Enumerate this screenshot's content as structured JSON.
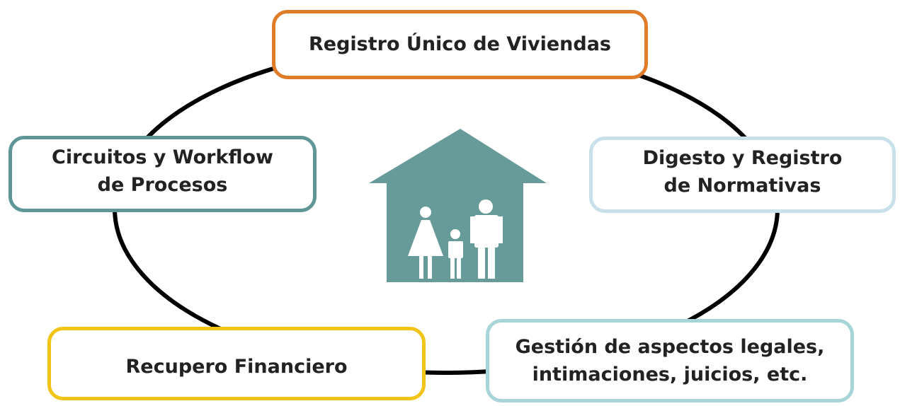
{
  "diagram": {
    "nodes": [
      {
        "id": "top",
        "lines": [
          "Registro Único de Viviendas"
        ],
        "color": "#e07b27"
      },
      {
        "id": "left",
        "lines": [
          "Circuitos y Workflow",
          "de Procesos"
        ],
        "color": "#5e9597"
      },
      {
        "id": "right",
        "lines": [
          "Digesto y Registro",
          "de Normativas"
        ],
        "color": "#c7e0ea"
      },
      {
        "id": "bottom-left",
        "lines": [
          "Recupero Financiero"
        ],
        "color": "#f2c417"
      },
      {
        "id": "bottom-right",
        "lines": [
          "Gestión de aspectos legales,",
          "intimaciones, juicios, etc."
        ],
        "color": "#a6d4d8"
      }
    ],
    "center_icon": "house-with-family-icon",
    "center_color": "#679b9a",
    "cycle_color": "#000000"
  }
}
